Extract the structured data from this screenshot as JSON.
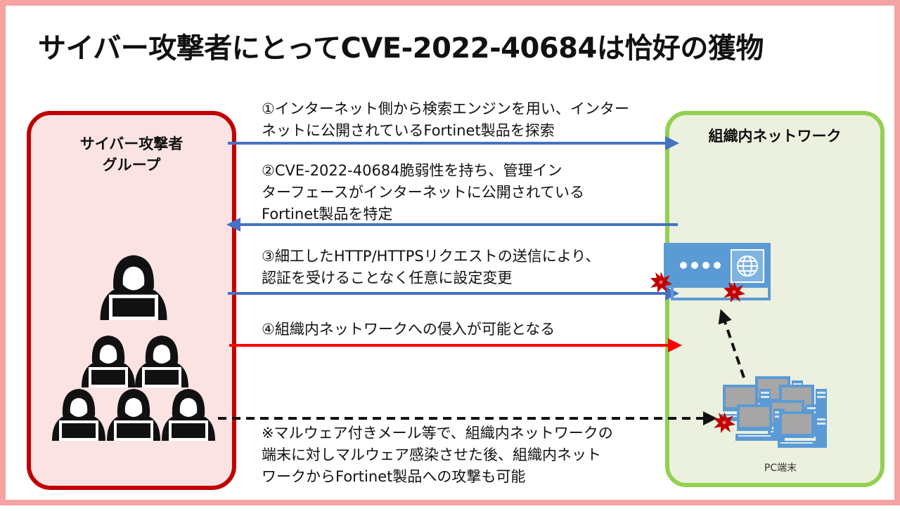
{
  "title": "サイバー攻撃者にとってCVE-2022-40684は恰好の獲物",
  "attacker": {
    "line1": "サイバー攻撃者",
    "line2": "グループ"
  },
  "network": {
    "label": "組織内ネットワーク"
  },
  "steps": [
    {
      "lines": [
        "①インターネット側から検索エンジンを用い、インター",
        "ネットに公開されているFortinet製品を探索"
      ]
    },
    {
      "lines": [
        "②CVE-2022-40684脆弱性を持ち、管理イン",
        "ターフェースがインターネットに公開されている",
        "Fortinet製品を特定"
      ]
    },
    {
      "lines": [
        "③細工したHTTP/HTTPSリクエストの送信により、",
        "認証を受けることなく任意に設定変更"
      ]
    },
    {
      "lines": [
        "④組織内ネットワークへの侵入が可能となる"
      ]
    }
  ],
  "note": {
    "lines": [
      "※マルウェア付きメール等で、組織内ネットワークの",
      "端末に対しマルウェア感染させた後、組織内ネット",
      "ワークからFortinet製品への攻撃も可能"
    ]
  },
  "pc_label": "PC端末",
  "colors": {
    "attacker_border": "#c00000",
    "attacker_fill": "#fbe3e4",
    "network_border": "#92d050",
    "network_fill": "#ebf1de",
    "blue_arrow": "#4472c4",
    "red_arrow": "#ff0000",
    "device": "#5b9bd5",
    "burst": "#c00000"
  },
  "icons": [
    "hacker-icon",
    "firewall-device-icon",
    "globe-icon",
    "burst-icon",
    "pc-cluster-icon"
  ]
}
